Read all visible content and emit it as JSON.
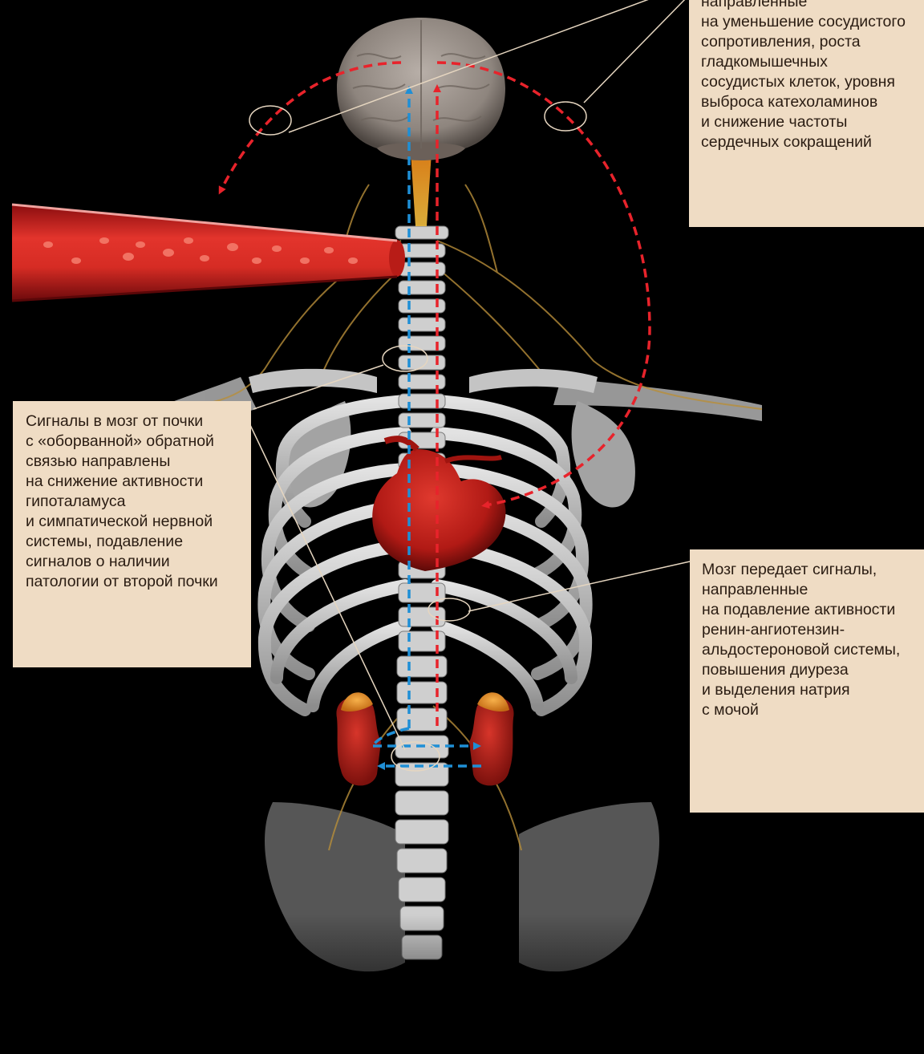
{
  "callouts": {
    "top": {
      "lines": [
        "направленные",
        "на уменьшение сосудистого",
        "сопротивления, роста",
        "гладкомышечных",
        "сосудистых клеток, уровня",
        "выброса катехоламинов",
        "и снижение частоты",
        "сердечных сокращений"
      ]
    },
    "left": {
      "lines": [
        "Сигналы в мозг от почки",
        "с «оборванной» обратной",
        "связью направлены",
        "на снижение активности",
        "гипоталамуса",
        "и симпатической нервной",
        "системы, подавление",
        "сигналов о наличии",
        "патологии от второй почки"
      ]
    },
    "right": {
      "lines": [
        "Мозг передает сигналы,",
        "направленные",
        "на подавление активности",
        "ренин-ангиотензин-",
        "альдостероновой системы,",
        "повышения диуреза",
        "и выделения натрия",
        "с мочой"
      ]
    }
  },
  "colors": {
    "background": "#000000",
    "callout_fill": "#efdcc4",
    "callout_text": "#2a1c12",
    "signal_red": "#e8232b",
    "signal_blue": "#1f8fd6",
    "bone": "#c9c9c9",
    "organ_red": "#c4221c",
    "brain": "#a19892",
    "leader_line": "#e6d6c0"
  },
  "illustration": {
    "icons": [
      "brain-icon",
      "spine-icon",
      "ribcage-icon",
      "heart-icon",
      "kidney-icon",
      "blood-vessel-icon",
      "pelvis-icon"
    ]
  }
}
